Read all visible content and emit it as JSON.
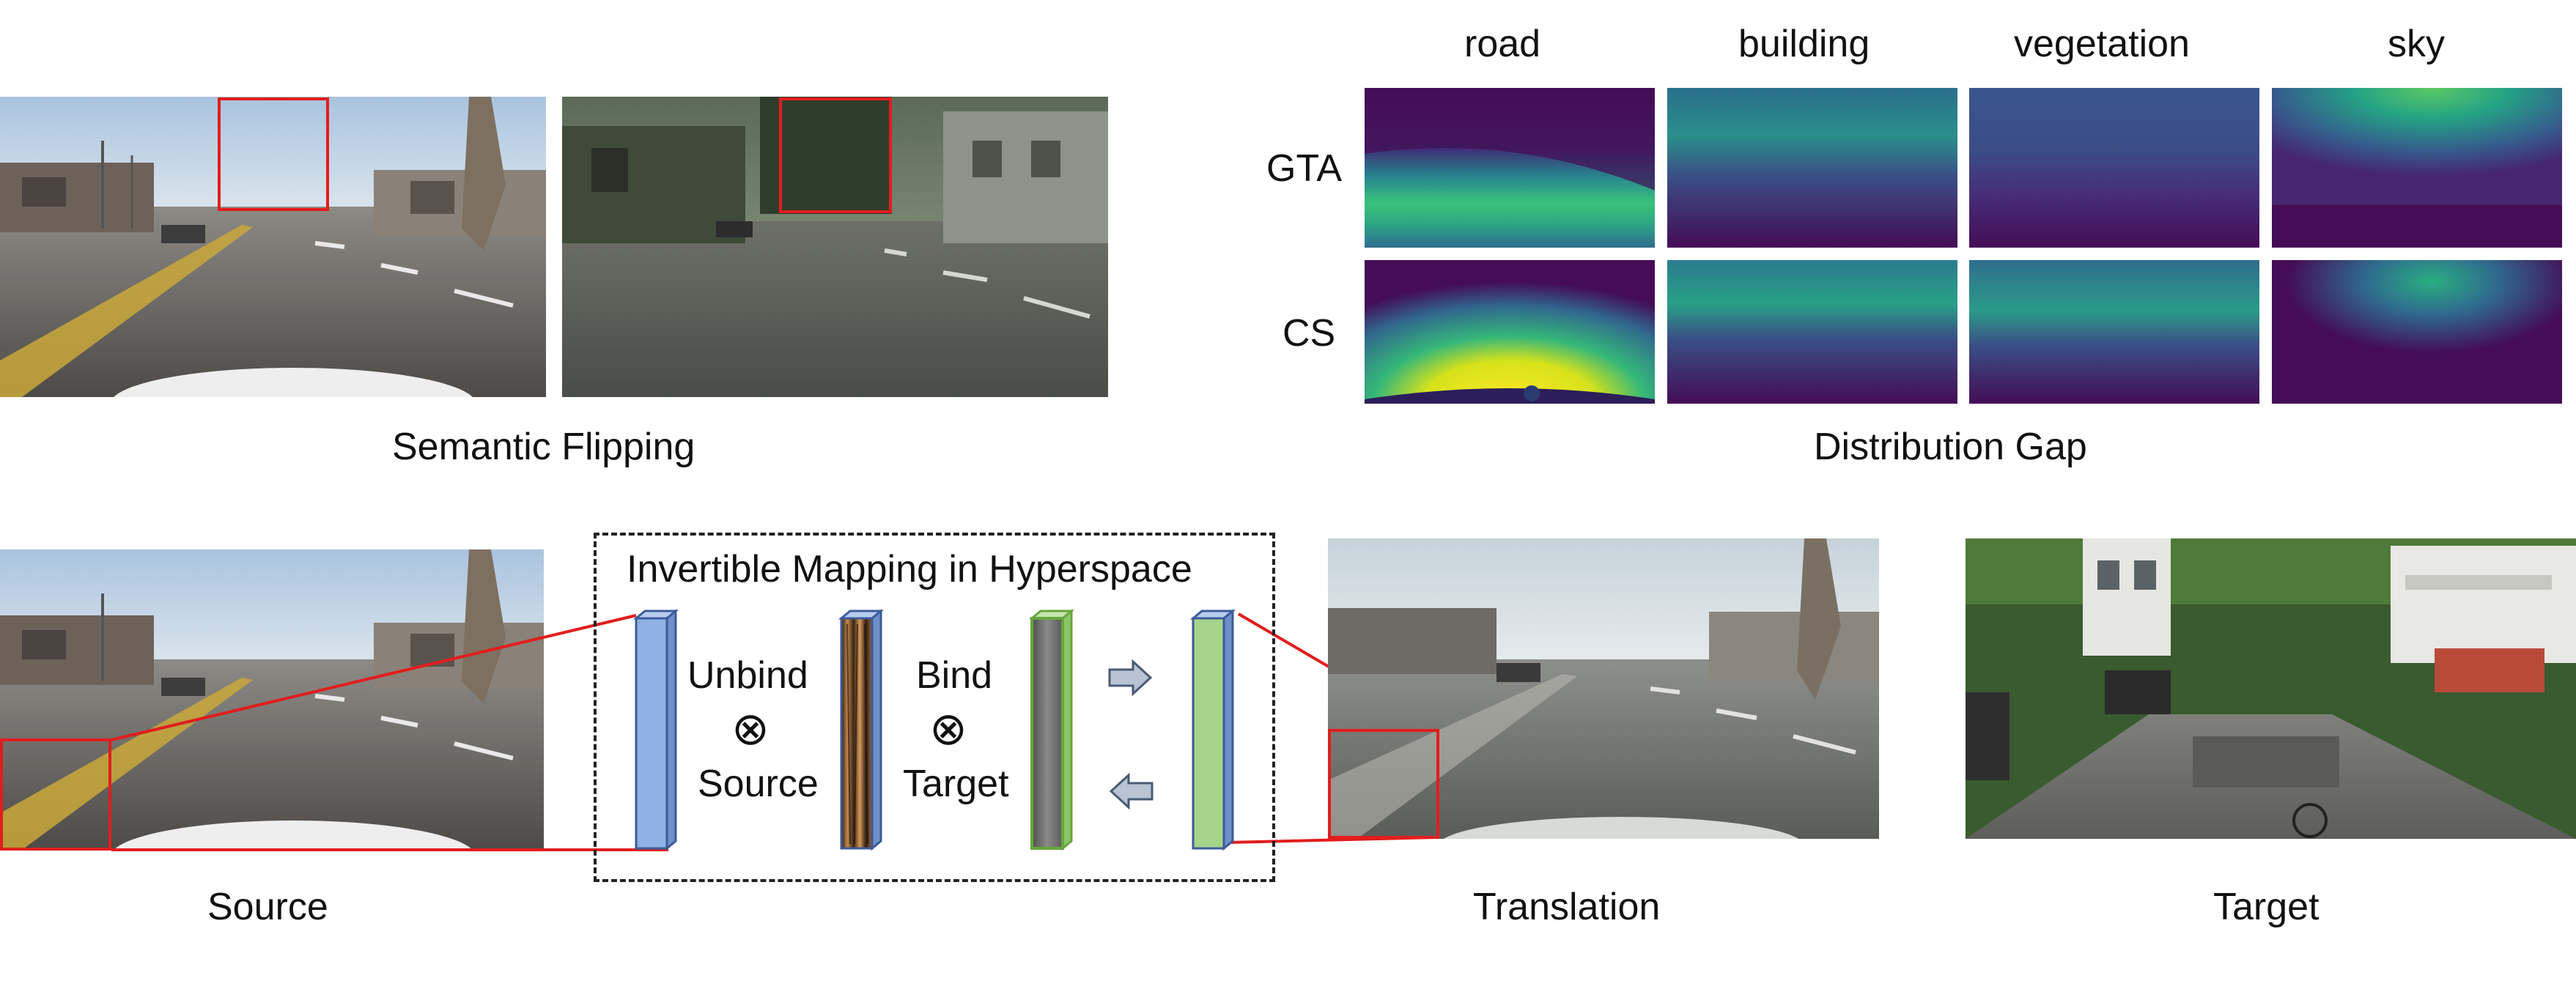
{
  "top_left": {
    "caption": "Semantic Flipping"
  },
  "distribution": {
    "columns": [
      "road",
      "building",
      "vegetation",
      "sky"
    ],
    "rows": [
      "GTA",
      "CS"
    ],
    "caption": "Distribution Gap"
  },
  "mapping": {
    "title": "Invertible Mapping in Hyperspace",
    "unbind": "Unbind",
    "source_op": "Source",
    "bind": "Bind",
    "target_op": "Target",
    "otimes": "⊗"
  },
  "captions": {
    "source": "Source",
    "translation": "Translation",
    "target": "Target"
  },
  "colors": {
    "highlight_red": "#e21d1d",
    "vector_blue": "#8fb1e3",
    "vector_green": "#a7d48b",
    "arrow_gray": "#b8c3d4"
  }
}
